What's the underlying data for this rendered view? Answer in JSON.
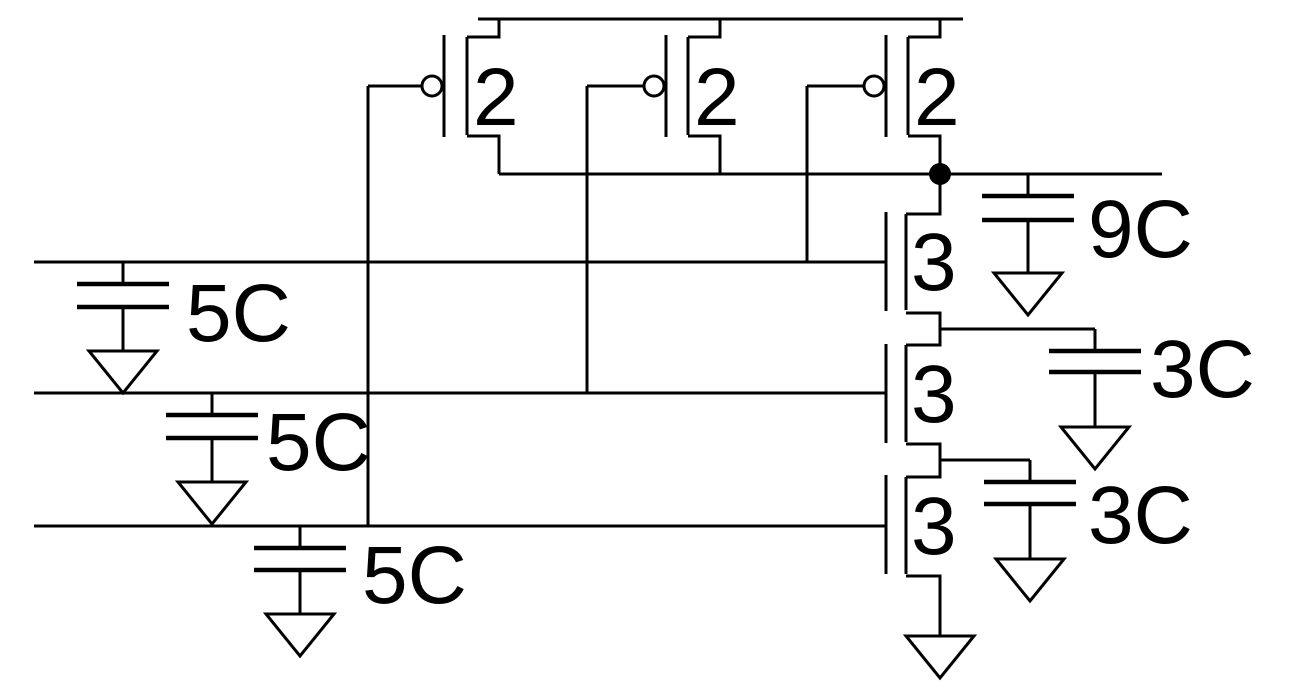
{
  "diagram": {
    "background_color": "#ffffff",
    "line_color": "#000000"
  },
  "pmos": [
    {
      "label": "2"
    },
    {
      "label": "2"
    },
    {
      "label": "2"
    }
  ],
  "nmos": [
    {
      "label": "3"
    },
    {
      "label": "3"
    },
    {
      "label": "3"
    }
  ],
  "capacitors": {
    "output": {
      "label": "9C"
    },
    "internal": [
      {
        "label": "3C"
      },
      {
        "label": "3C"
      }
    ],
    "input": [
      {
        "label": "5C"
      },
      {
        "label": "5C"
      },
      {
        "label": "5C"
      }
    ]
  }
}
